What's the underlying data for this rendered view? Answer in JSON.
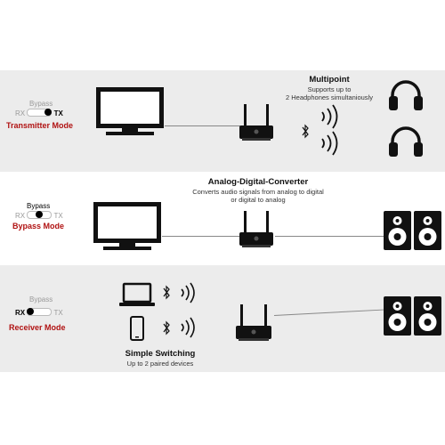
{
  "sections": [
    {
      "mode_label": "Transmitter Mode",
      "switch": {
        "bypass": "Bypass",
        "left": "RX",
        "right": "TX",
        "active": "TX"
      },
      "title": "Multipoint",
      "subtitle_lines": [
        "Supports up to",
        "2 Headphones simultaniously"
      ],
      "icons": [
        "tv-icon",
        "transmitter-icon",
        "bluetooth-icon",
        "signal-waves-icon",
        "headphones-icon",
        "headphones-icon"
      ]
    },
    {
      "mode_label": "Bypass Mode",
      "switch": {
        "bypass": "Bypass",
        "left": "RX",
        "right": "TX",
        "active": "Bypass"
      },
      "title": "Analog-Digital-Converter",
      "subtitle_lines": [
        "Converts audio signals from analog to digital",
        "or digital to analog"
      ],
      "icons": [
        "tv-icon",
        "transmitter-icon",
        "speakers-icon"
      ]
    },
    {
      "mode_label": "Receiver Mode",
      "switch": {
        "bypass": "Bypass",
        "left": "RX",
        "right": "TX",
        "active": "RX"
      },
      "title": "Simple Switching",
      "subtitle_lines": [
        "Up to 2 paired devices"
      ],
      "icons": [
        "laptop-icon",
        "smartphone-icon",
        "bluetooth-icon",
        "signal-waves-icon",
        "transmitter-icon",
        "speakers-icon"
      ]
    }
  ],
  "colors": {
    "mode_label": "#b01212",
    "band": "#ececec",
    "device": "#111111"
  }
}
